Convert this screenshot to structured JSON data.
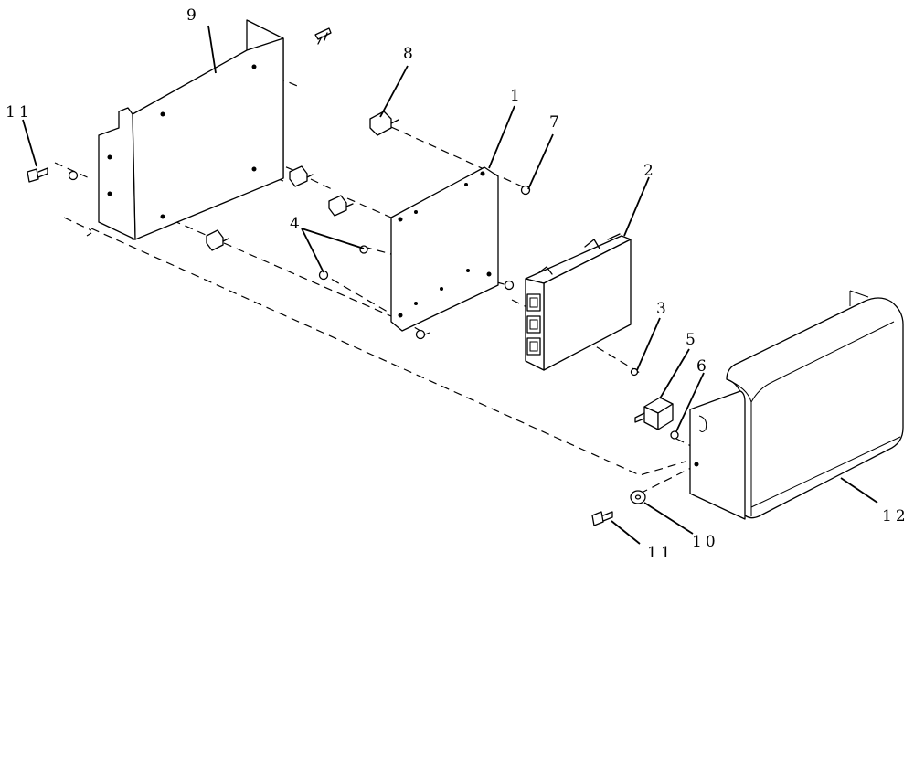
{
  "callouts": {
    "c1": "1",
    "c2": "2",
    "c3": "3",
    "c4": "4",
    "c5": "5",
    "c6": "6",
    "c7": "7",
    "c8": "8",
    "c9": "9",
    "c10": "10",
    "c11_left": "11",
    "c11_bottom": "11",
    "c12": "12"
  }
}
